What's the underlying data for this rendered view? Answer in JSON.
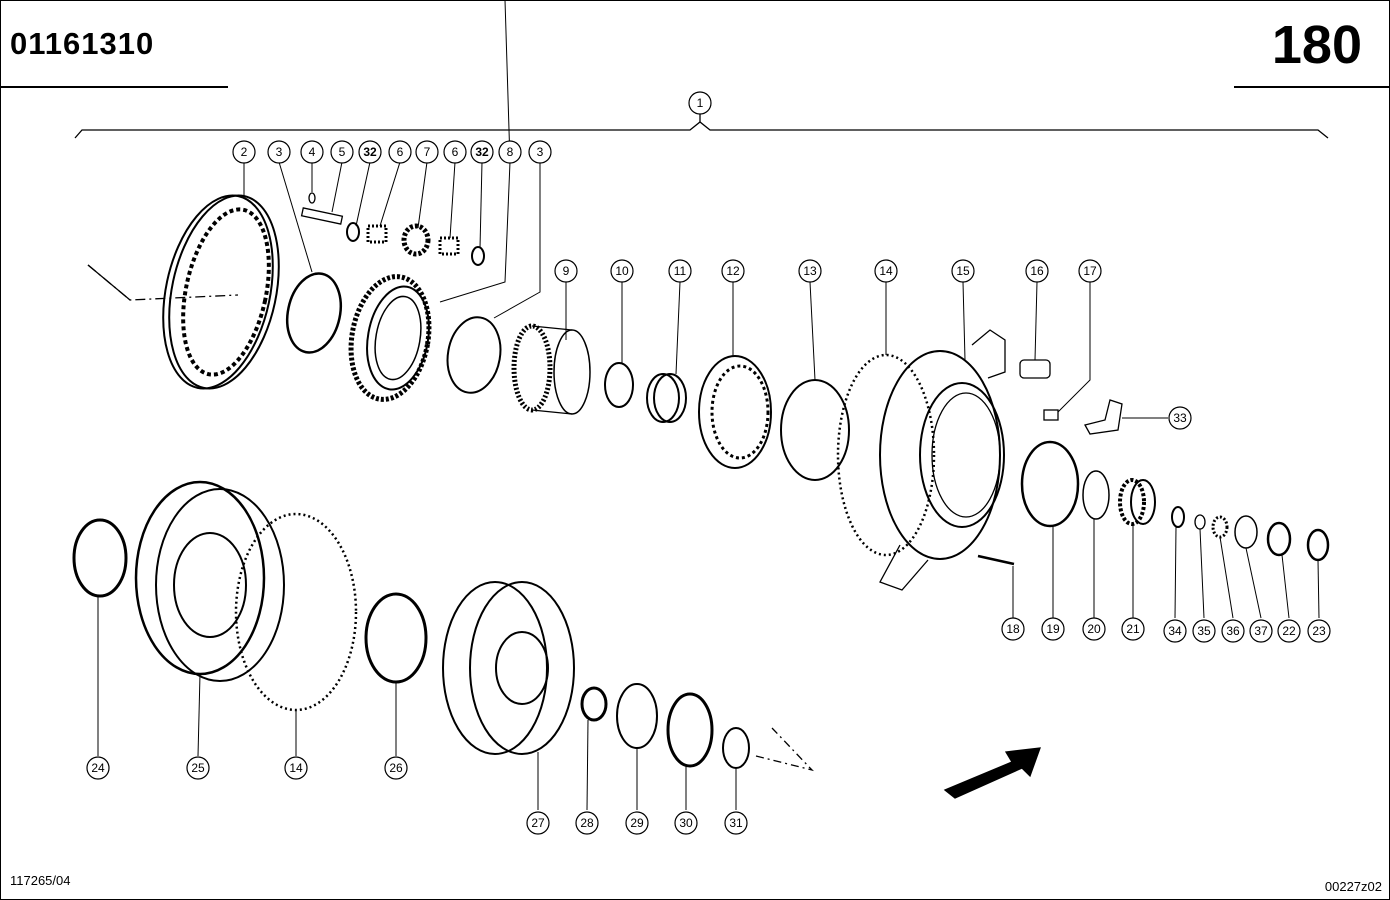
{
  "header": {
    "document_number": "01161310",
    "page_number": "180"
  },
  "footer": {
    "drawing_ref_left": "117265/04",
    "drawing_ref_right": "00227z02"
  },
  "callouts": [
    "1",
    "2",
    "3",
    "4",
    "5",
    "32",
    "6",
    "7",
    "6",
    "32",
    "8",
    "3",
    "9",
    "10",
    "11",
    "12",
    "13",
    "14",
    "15",
    "16",
    "17",
    "33",
    "18",
    "19",
    "20",
    "21",
    "34",
    "35",
    "36",
    "37",
    "22",
    "23",
    "24",
    "25",
    "14",
    "26",
    "27",
    "28",
    "29",
    "30",
    "31"
  ]
}
